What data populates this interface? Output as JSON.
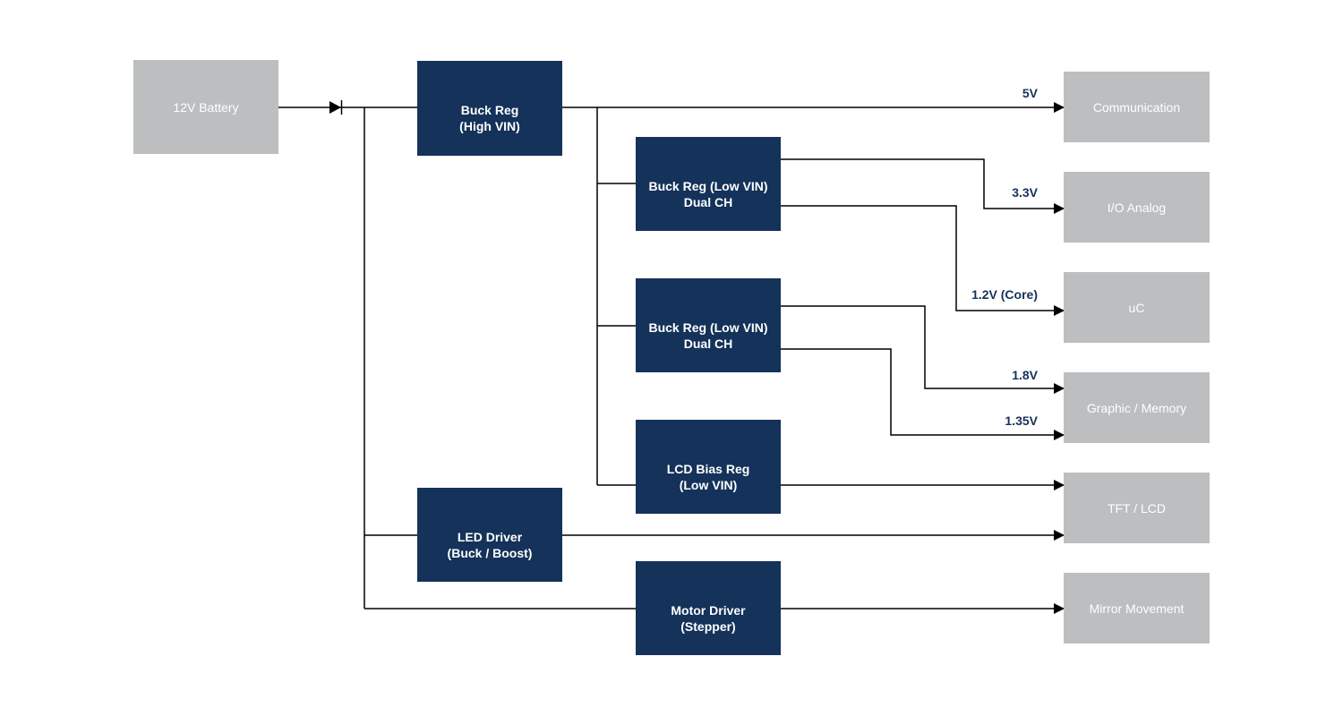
{
  "colors": {
    "regulator_fill": "#14325a",
    "block_fill": "#bcbec0",
    "wire": "#000000",
    "voltage_label": "#14325a"
  },
  "source": {
    "label": "12V Battery"
  },
  "diode": {
    "icon": "diode-icon"
  },
  "regulators": {
    "buck_high": {
      "line1": "Buck Reg",
      "line2": "(High VIN)"
    },
    "buck_low_1": {
      "line1": "Buck Reg (Low VIN)",
      "line2": "Dual CH"
    },
    "buck_low_2": {
      "line1": "Buck Reg (Low VIN)",
      "line2": "Dual CH"
    },
    "lcd_bias": {
      "line1": "LCD Bias Reg",
      "line2": "(Low VIN)"
    },
    "led_driver": {
      "line1": "LED Driver",
      "line2": "(Buck / Boost)"
    },
    "motor_driver": {
      "line1": "Motor Driver",
      "line2": "(Stepper)"
    }
  },
  "loads": {
    "communication": "Communication",
    "io_analog": "I/O Analog",
    "uc": "uC",
    "graphic_memory": "Graphic / Memory",
    "tft_lcd": "TFT / LCD",
    "mirror": "Mirror Movement"
  },
  "voltages": {
    "v5": "5V",
    "v33": "3.3V",
    "v12core": "1.2V (Core)",
    "v18": "1.8V",
    "v135": "1.35V"
  }
}
